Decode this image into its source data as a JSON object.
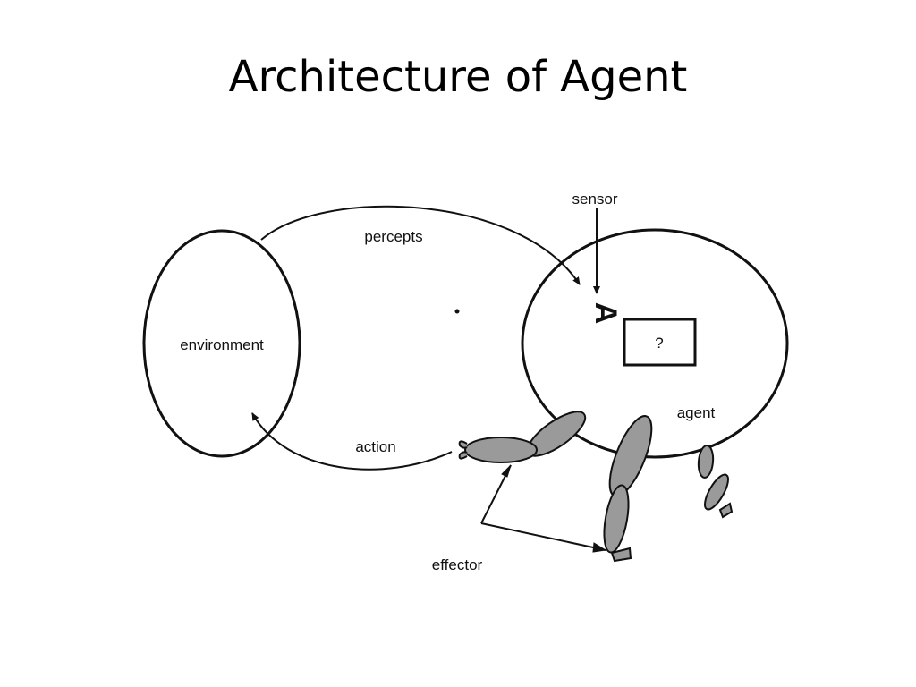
{
  "slide": {
    "title": "Architecture of Agent"
  },
  "diagram": {
    "labels": {
      "sensor": "sensor",
      "percepts": "percepts",
      "environment": "environment",
      "action": "action",
      "agent": "agent",
      "effector": "effector",
      "unknown_box": "?",
      "sensor_glyph": "A"
    },
    "colors": {
      "stroke": "#111111",
      "limb_fill": "#9a9a9a",
      "background": "#ffffff"
    }
  }
}
